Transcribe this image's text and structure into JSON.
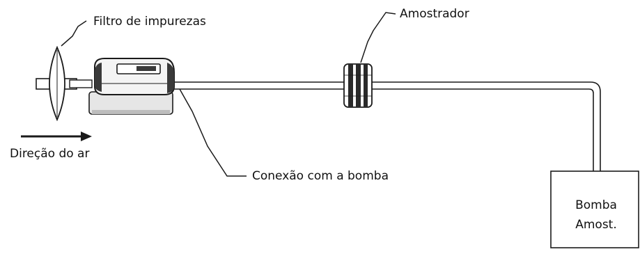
{
  "labels": {
    "filter": "Filtro de impurezas",
    "sampler": "Amostrador",
    "airflow": "Direção do ar",
    "connection": "Conexão com a bomba",
    "pump_line1": "Bomba",
    "pump_line2": "Amost."
  },
  "colors": {
    "line": "#1a1a1a",
    "device_fill": "#e6e6e6",
    "device_dark": "#3a3a3a",
    "background": "#ffffff"
  }
}
